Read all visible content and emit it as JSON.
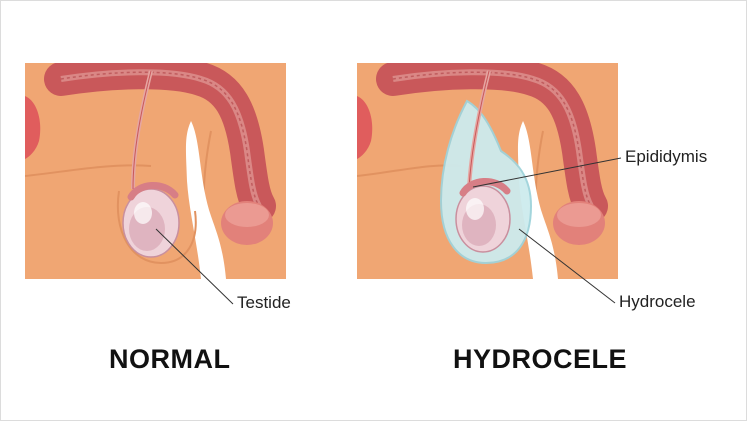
{
  "panels": [
    {
      "heading": "NORMAL"
    },
    {
      "heading": "HYDROCELE"
    }
  ],
  "labels": {
    "testide": "Testide",
    "epididymis": "Epididymis",
    "hydrocele": "Hydrocele"
  },
  "colors": {
    "skin": "#F0A673",
    "skin_shadow": "#E19260",
    "penis_tube": "#C9585A",
    "penis_tube_light": "#E6A6A2",
    "glans": "#E2817A",
    "testis": "#EFD3DA",
    "testis_core": "#D8A7B5",
    "hydrocele_fluid": "#CDEBEE",
    "hydrocele_outline": "#9FD3DB",
    "kidney": "#E05D5D",
    "pointer": "#333333"
  }
}
